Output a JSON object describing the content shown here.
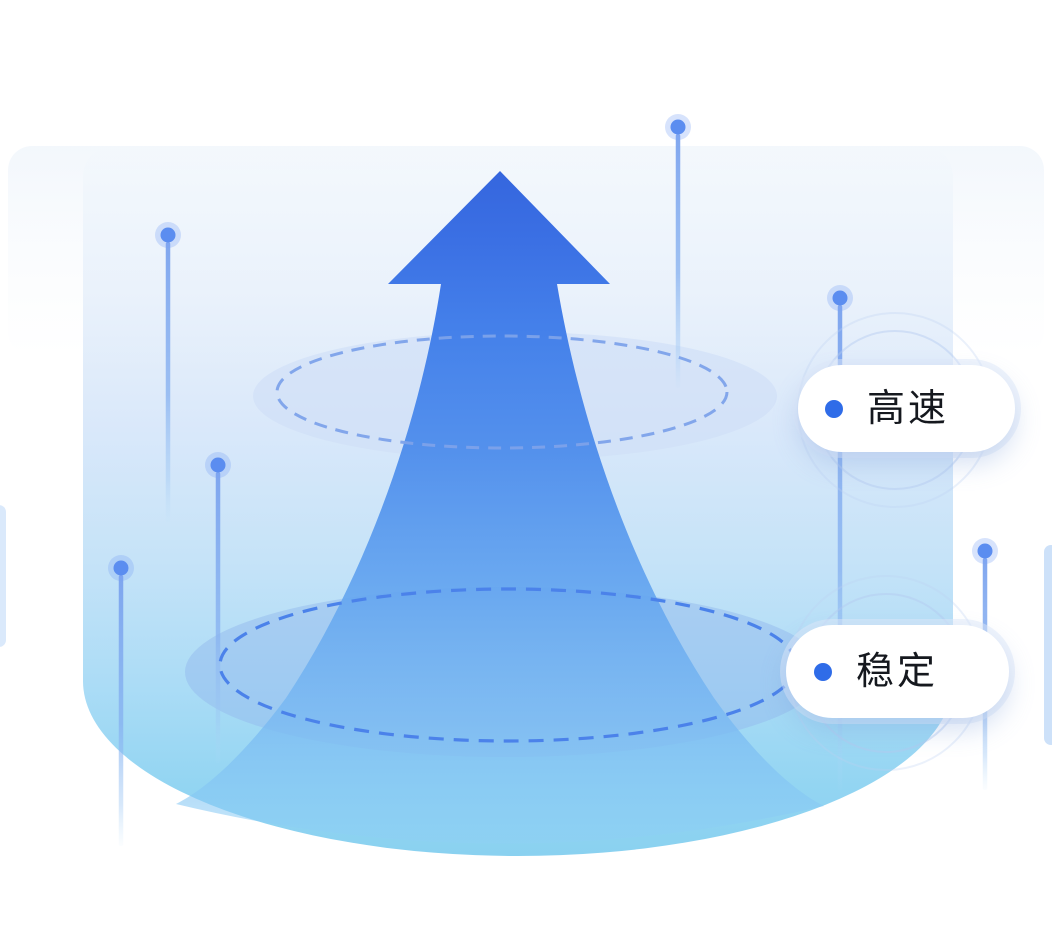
{
  "illustration": {
    "title": "growth-arrow-diagram",
    "labels": [
      {
        "text": "高速",
        "dot_color": "#2f6ce8"
      },
      {
        "text": "稳定",
        "dot_color": "#2f6ce8"
      }
    ],
    "colors": {
      "arrow_top": "#3566de",
      "arrow_mid": "#4f8eec",
      "arrow_fade": "rgba(150,215,246,0.42)",
      "cylinder_top": "#e9f1fb",
      "cylinder_bottom": "#8ad1f0",
      "upper_disc_fill": "#cfdff7",
      "lower_disc_fill": "#93b9ee",
      "dashed_ring_upper": "#7da2ea",
      "dashed_ring_lower": "#4b82ea",
      "pin_dot": "#5b8df0",
      "label_text": "#15181e"
    }
  }
}
